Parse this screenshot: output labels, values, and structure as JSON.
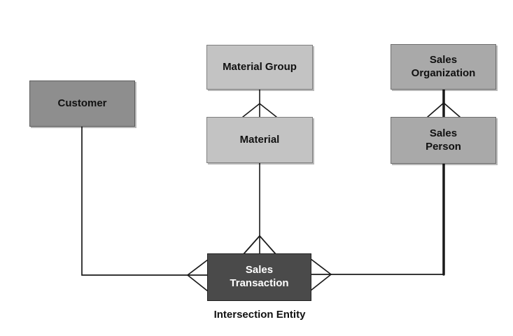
{
  "diagram": {
    "entities": [
      {
        "id": "customer",
        "label": [
          "Customer"
        ]
      },
      {
        "id": "material-group",
        "label": [
          "Material Group"
        ]
      },
      {
        "id": "material",
        "label": [
          "Material"
        ]
      },
      {
        "id": "sales-organization",
        "label": [
          "Sales",
          "Organization"
        ]
      },
      {
        "id": "sales-person",
        "label": [
          "Sales",
          "Person"
        ]
      },
      {
        "id": "sales-transaction",
        "label": [
          "Sales",
          "Transaction"
        ]
      }
    ],
    "caption": "Intersection Entity",
    "relationships": [
      {
        "from": "Material Group",
        "to": "Material",
        "cardinality": "one-to-many"
      },
      {
        "from": "Sales Organization",
        "to": "Sales Person",
        "cardinality": "one-to-many"
      },
      {
        "from": "Customer",
        "to": "Sales Transaction",
        "cardinality": "one-to-many"
      },
      {
        "from": "Material",
        "to": "Sales Transaction",
        "cardinality": "one-to-many"
      },
      {
        "from": "Sales Person",
        "to": "Sales Transaction",
        "cardinality": "one-to-many"
      }
    ],
    "colors": {
      "customer_fill": "#8e8e8e",
      "material_fill": "#c3c3c3",
      "sales_fill": "#a9a9a9",
      "transaction_fill": "#4a4a4a",
      "transaction_text": "#ffffff",
      "line": "#1a1a1a"
    }
  }
}
